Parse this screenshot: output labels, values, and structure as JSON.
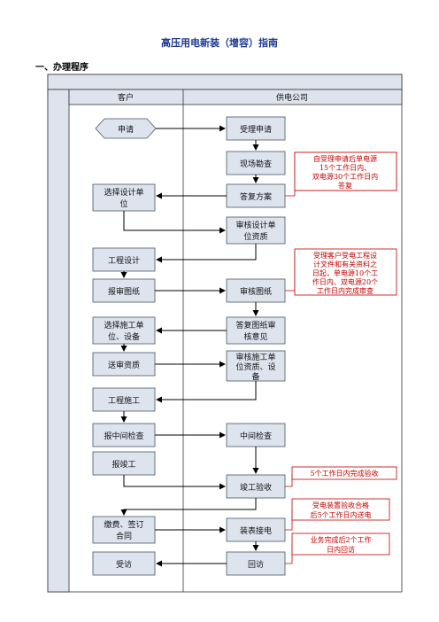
{
  "document": {
    "title": "高压用电新装（增容）指南",
    "section": "一、办理程序"
  },
  "swimlanes": {
    "customer": "客户",
    "utility": "供电公司"
  },
  "nodes": {
    "apply": "申请",
    "accept": "受理申请",
    "survey": "现场勘查",
    "reply_plan": "答复方案",
    "choose_designer": [
      "选择设计单",
      "位"
    ],
    "review_designer": [
      "审核设计单",
      "位资质"
    ],
    "engineering_design": "工程设计",
    "submit_drawings": "报审图纸",
    "review_drawings": "审核图纸",
    "choose_builder": [
      "选择施工单",
      "位、设备"
    ],
    "reply_drawings": [
      "答复图纸审",
      "核意见"
    ],
    "submit_qualification": "送审资质",
    "review_builder": [
      "审核施工单",
      "位资质、设",
      "备"
    ],
    "construction": "工程施工",
    "mid_inspection_request": "报中间检查",
    "mid_inspection": "中间检查",
    "completion_report": "报竣工",
    "completion_acceptance": "竣工验收",
    "pay_sign": [
      "缴费、签订",
      "合同"
    ],
    "meter_install": "装表接电",
    "visited": "受访",
    "return_visit": "回访"
  },
  "annotations": {
    "plan_deadline": [
      "自受理申请后单电源",
      "15个工作日内、",
      "双电源30个工作日内",
      "答复"
    ],
    "drawing_deadline": [
      "受理客户受电工程设",
      "计文件和有关资料之",
      "日起，单电源10个工",
      "作日内、双电源20个",
      "工作日内完成审查"
    ],
    "acceptance_deadline": [
      "5个工作日内完成验收"
    ],
    "power_deadline": [
      "受电装置验收合格",
      "后5个工作日内送电"
    ],
    "visit_deadline": [
      "业务完成后2个工作",
      "日内回访"
    ]
  },
  "colors": {
    "node_fill": "#dde4ee",
    "node_stroke": "#4b5563",
    "annotation": "#c00000",
    "title": "#1f3a93"
  }
}
